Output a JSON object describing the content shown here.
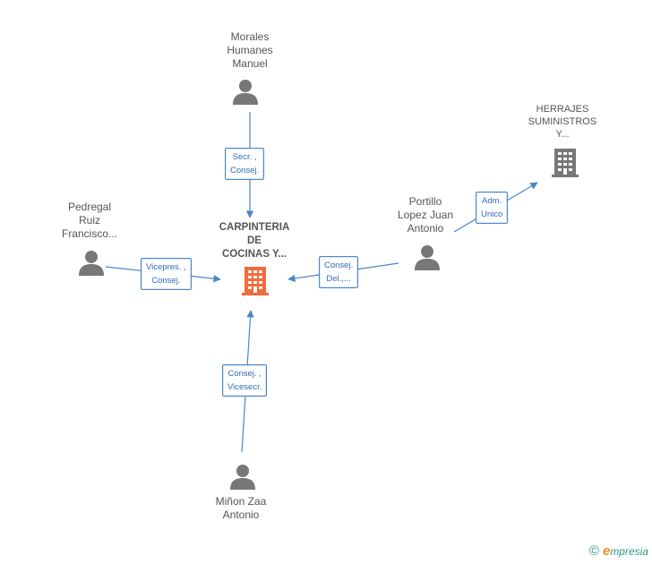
{
  "center": {
    "name": "CARPINTERIA\nDE\nCOCINAS Y..."
  },
  "people": {
    "top": {
      "name": "Morales\nHumanes\nManuel",
      "role": "Secr. ,\nConsej."
    },
    "left": {
      "name": "Pedregal\nRuiz\nFrancisco...",
      "role": "Vicepres. ,\nConsej."
    },
    "right": {
      "name": "Portillo\nLopez Juan\nAntonio",
      "role": "Consej.\nDel.,..."
    },
    "bottom": {
      "name": "Miñon Zaa\nAntonio",
      "role": "Consej. ,\nVicesecr."
    }
  },
  "company": {
    "name": "HERRAJES\nSUMINISTROS\nY...",
    "role": "Adm.\nUnico"
  },
  "footer": {
    "copyright": "©",
    "brand_e": "e",
    "brand_rest": "mpresia"
  },
  "colors": {
    "edge": "#4a86c8",
    "center_icon": "#f26a3d",
    "person_icon": "#777777",
    "company_icon": "#777777"
  }
}
